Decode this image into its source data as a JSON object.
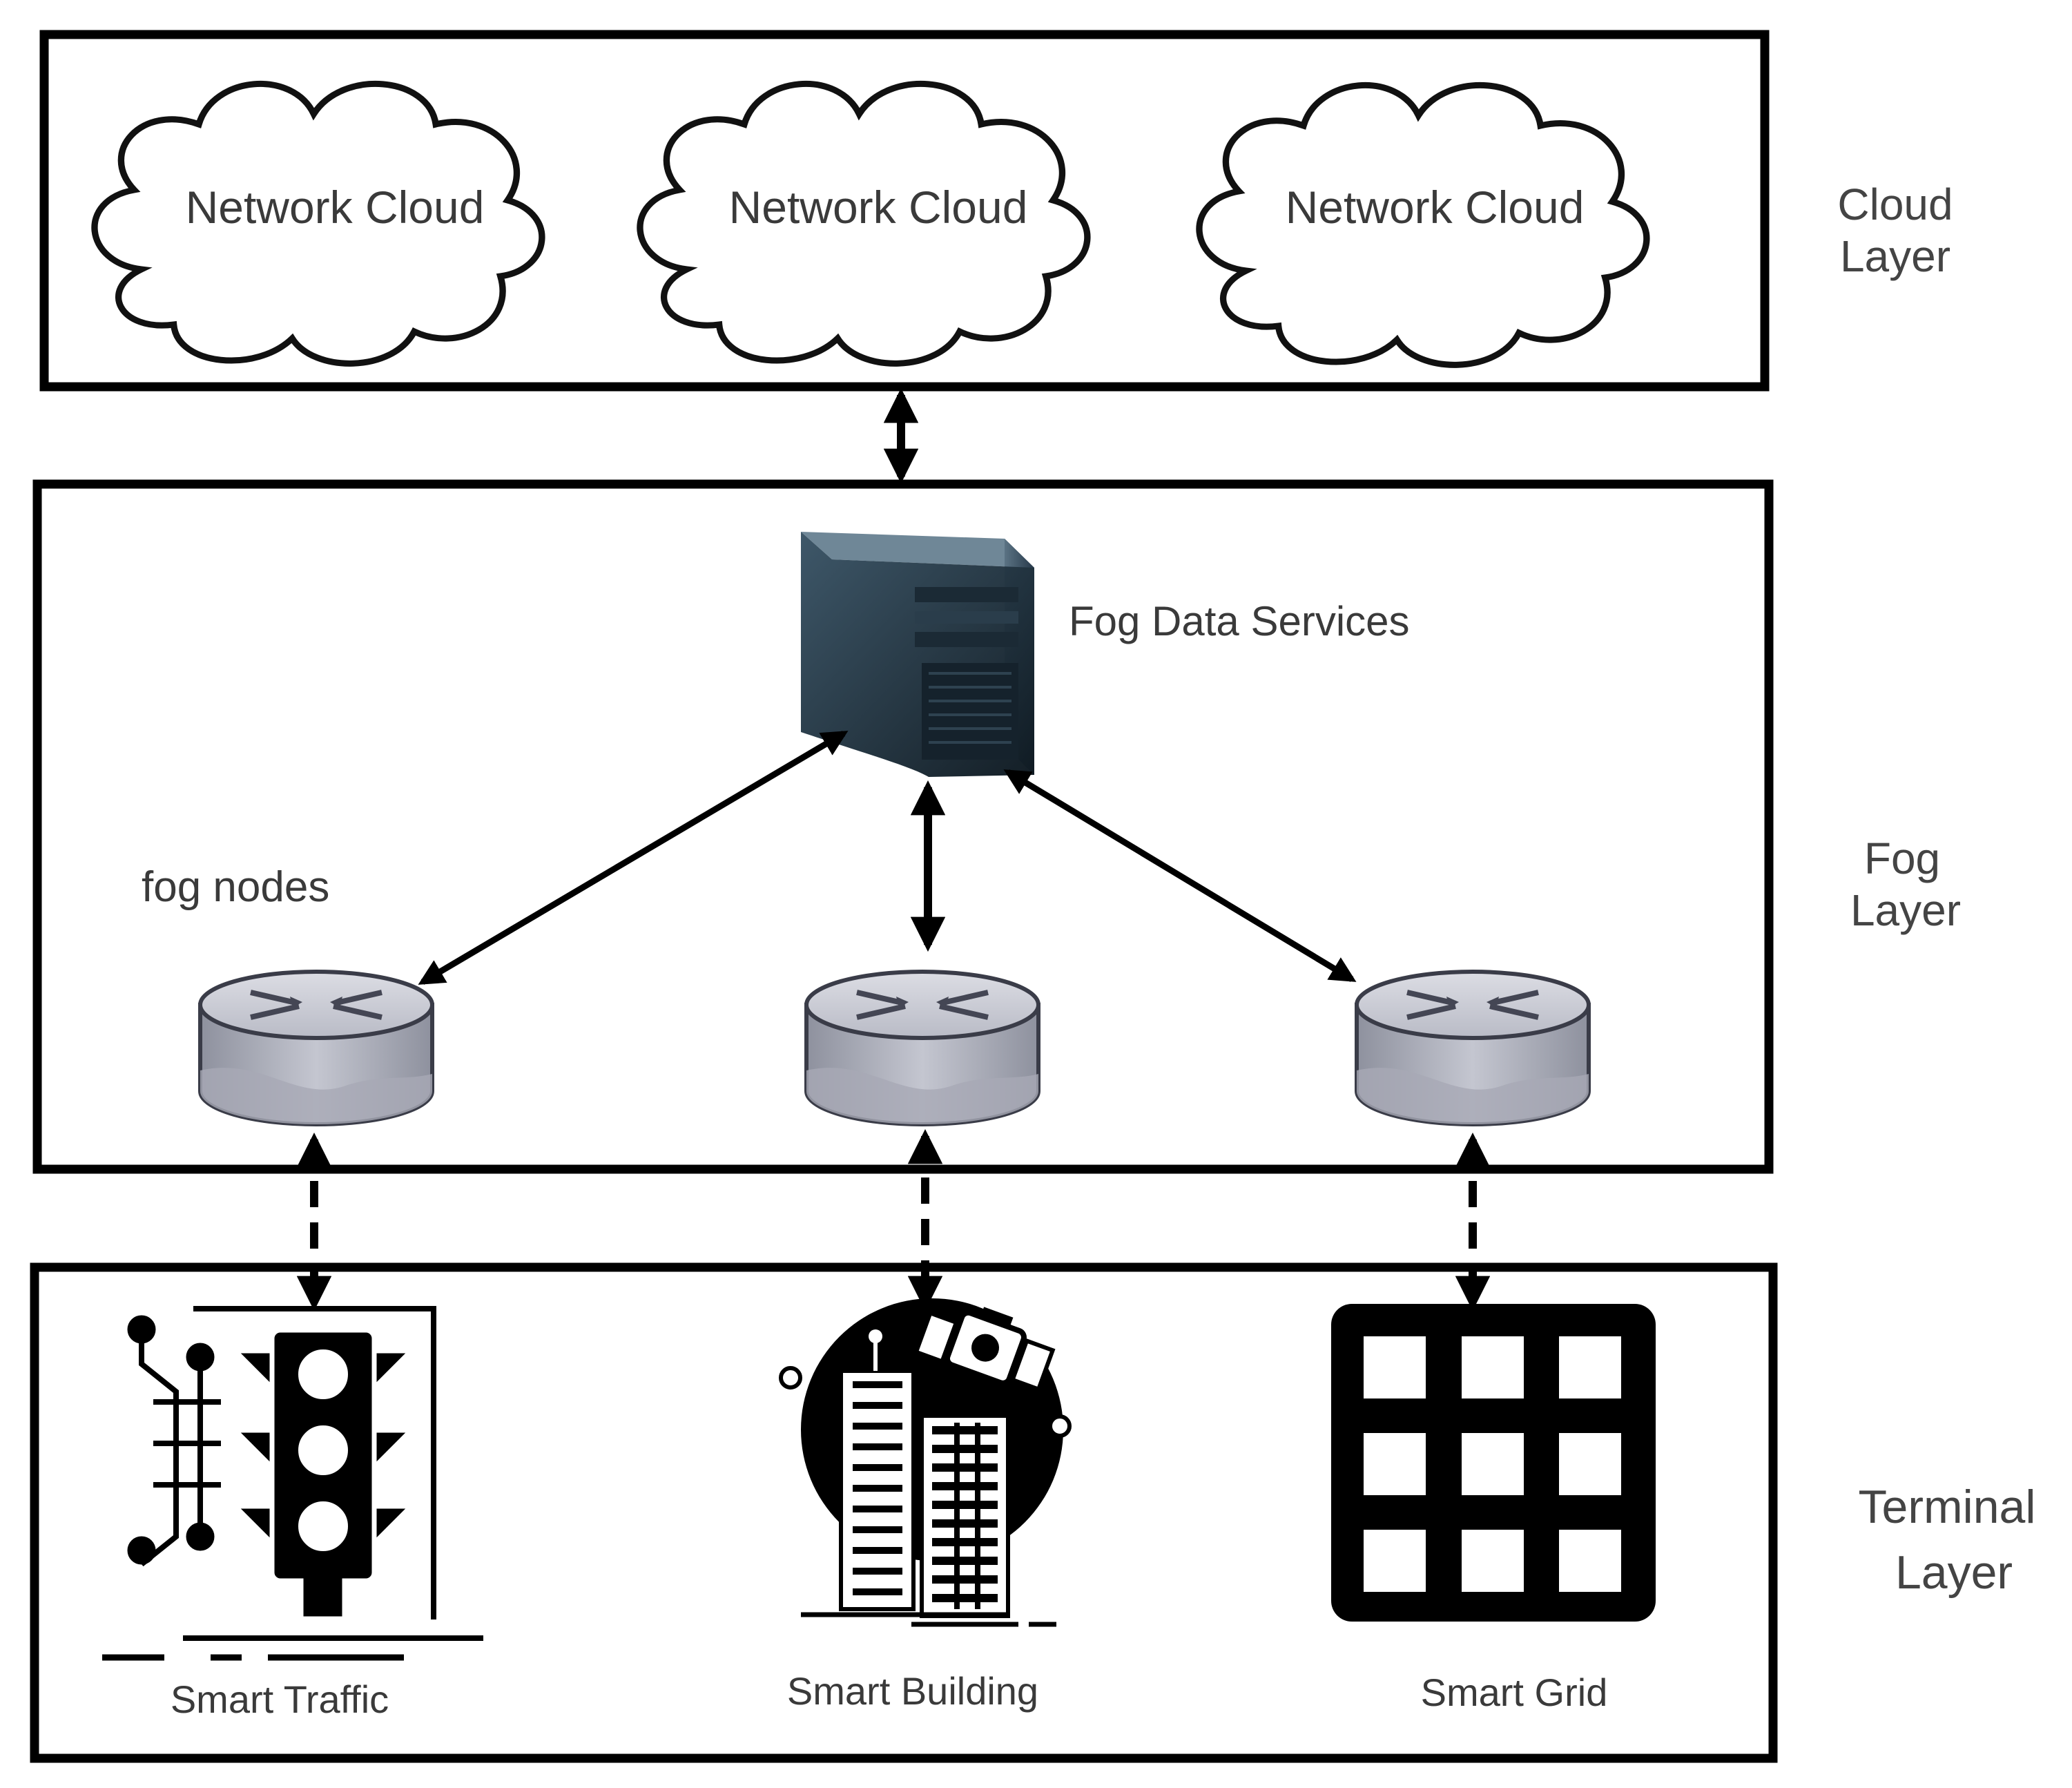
{
  "layers": {
    "cloud": {
      "label_line1": "Cloud",
      "label_line2": "Layer"
    },
    "fog": {
      "label_line1": "Fog",
      "label_line2": "Layer"
    },
    "terminal": {
      "label_line1": "Terminal",
      "label_line2": "Layer"
    }
  },
  "clouds": [
    {
      "label": "Network Cloud"
    },
    {
      "label": "Network Cloud"
    },
    {
      "label": "Network Cloud"
    }
  ],
  "fog": {
    "server_label": "Fog Data Services",
    "nodes_label": "fog nodes"
  },
  "terminals": [
    {
      "label": "Smart Traffic",
      "icon": "traffic-light-icon"
    },
    {
      "label": "Smart Building",
      "icon": "smart-building-icon"
    },
    {
      "label": "Smart Grid",
      "icon": "grid-icon"
    }
  ]
}
